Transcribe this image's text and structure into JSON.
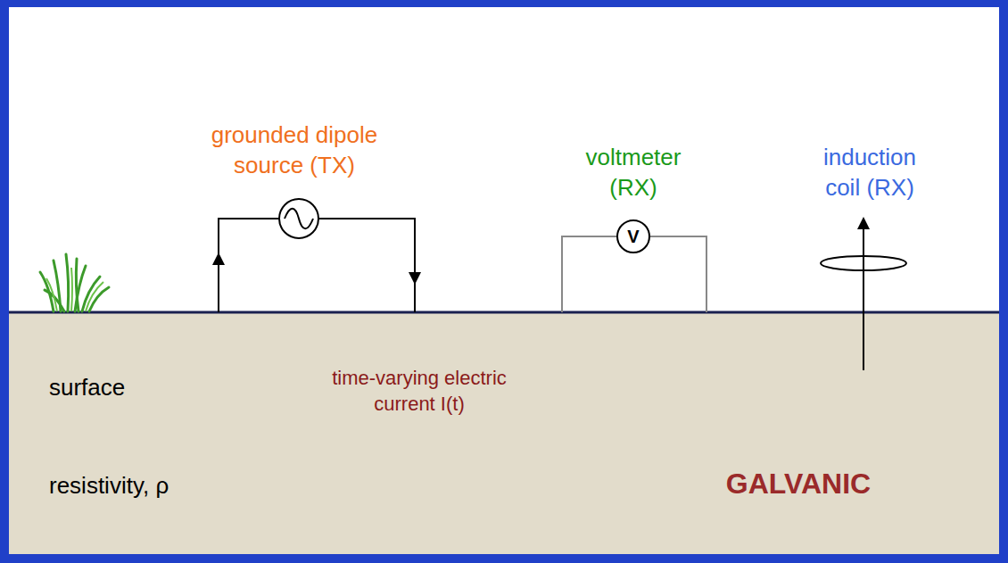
{
  "diagram": {
    "labels": [
      "grounded dipole source (TX)",
      "voltmeter (RX)",
      "induction coil (RX)",
      "V",
      "surface",
      "time-varying electric current I(t)",
      "resistivity, ρ",
      "GALVANIC"
    ]
  }
}
